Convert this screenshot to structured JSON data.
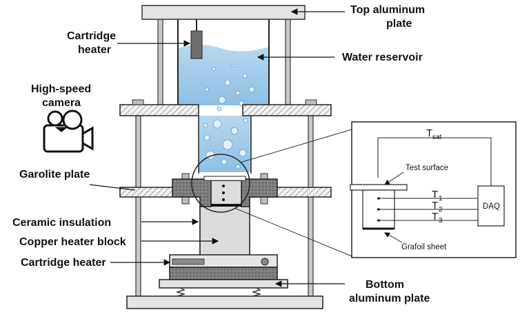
{
  "labels": {
    "top_plate": [
      "Top aluminum",
      "plate"
    ],
    "cartridge_heater_top": [
      "Cartridge",
      "heater"
    ],
    "water_reservoir": "Water reservoir",
    "camera": [
      "High-speed",
      "camera"
    ],
    "garolite_plate": "Garolite plate",
    "ceramic_insulation": "Ceramic insulation",
    "copper_block": "Copper heater block",
    "cartridge_heater_bottom": "Cartridge heater",
    "bottom_plate": [
      "Bottom",
      "aluminum plate"
    ]
  },
  "inset": {
    "tsat_main": "T",
    "tsat_sub": "sat",
    "test_surface": "Test surface",
    "t1_main": "T",
    "t1_sub": "1",
    "t2_main": "T",
    "t2_sub": "2",
    "t3_main": "T",
    "t3_sub": "3",
    "daq": "DAQ",
    "grafoil": "Grafoil sheet"
  },
  "colors": {
    "water": "#a9cdea",
    "plate_fill": "#e6e6e6",
    "insulation": "#8a8a8a",
    "copper_block": "#d9d9d9",
    "heater_rod": "#6f6f6f"
  }
}
